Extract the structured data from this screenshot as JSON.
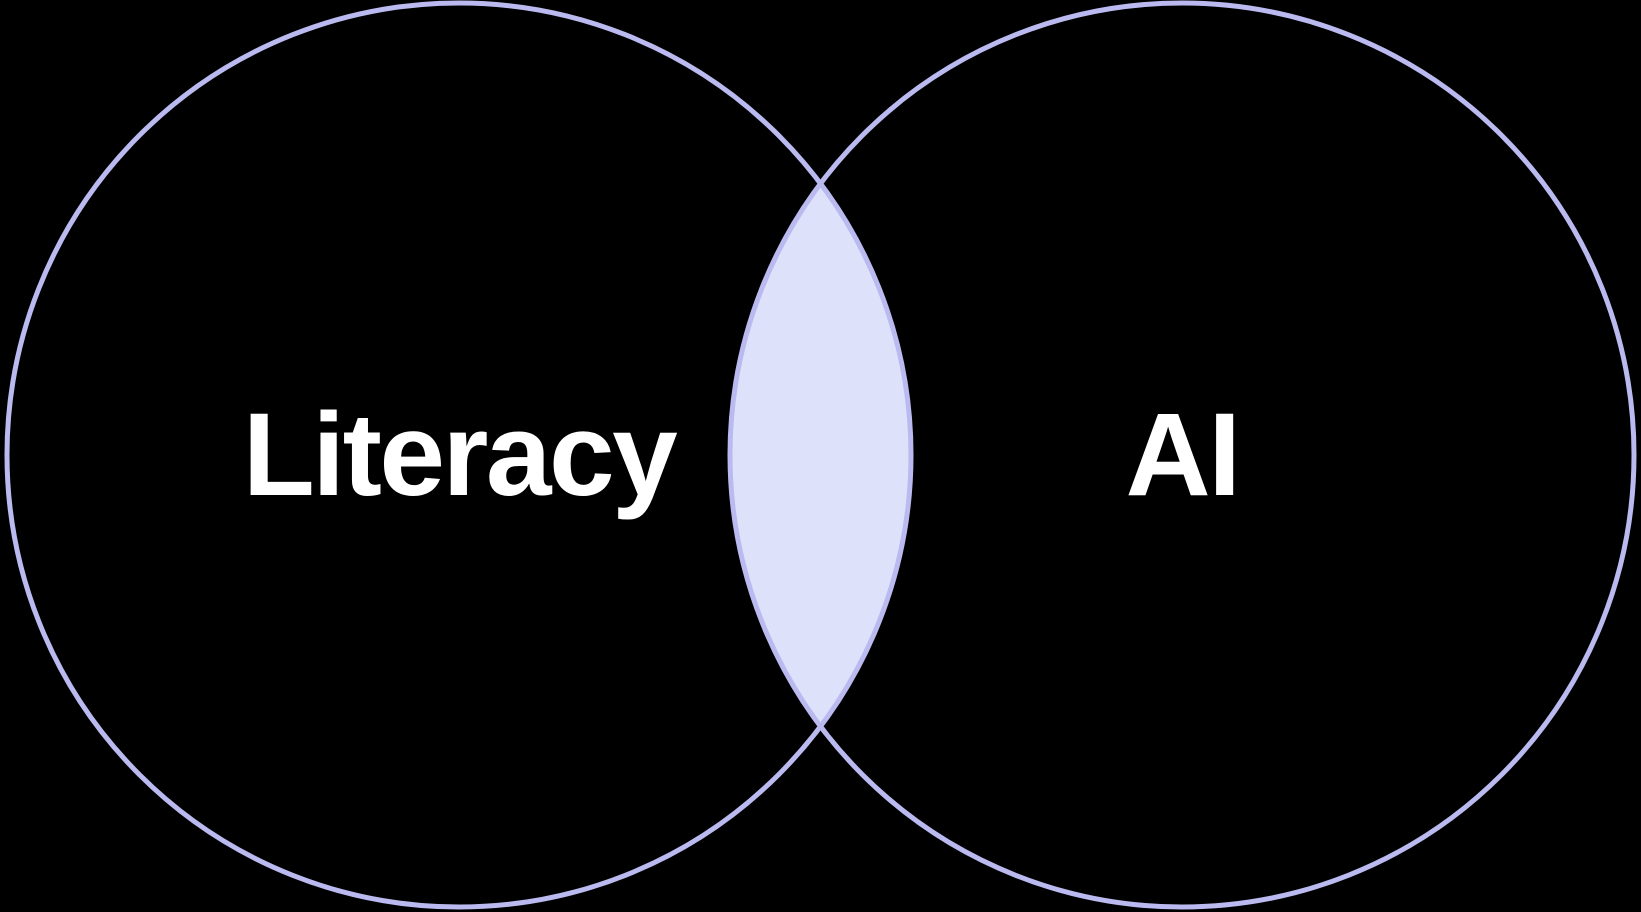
{
  "diagram": {
    "type": "venn",
    "sets": [
      {
        "id": "left",
        "label": "Literacy"
      },
      {
        "id": "right",
        "label": "AI"
      }
    ],
    "intersection": {
      "label": ""
    },
    "colors": {
      "background": "#000000",
      "circle_stroke": "#babaf0",
      "intersection_fill": "#dde2fa",
      "label_color": "#ffffff"
    }
  }
}
